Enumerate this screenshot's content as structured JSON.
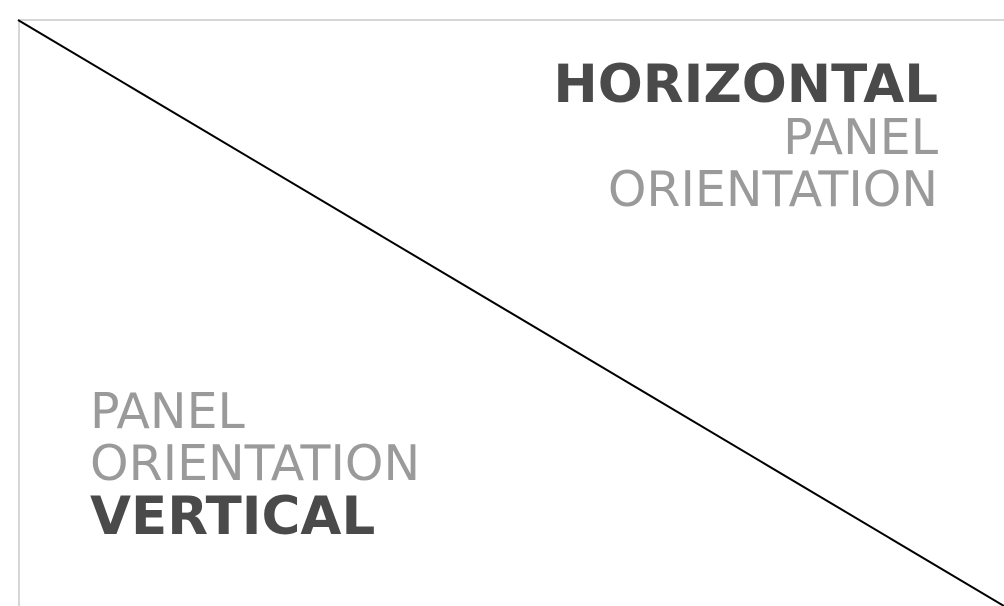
{
  "horizontal": {
    "title": "HORIZONTAL",
    "line1": "PANEL",
    "line2": "ORIENTATION"
  },
  "vertical": {
    "line1": "PANEL",
    "line2": "ORIENTATION",
    "title": "VERTICAL"
  },
  "colors": {
    "bold_text": "#4a4a4a",
    "light_text": "#9a9a9a",
    "border": "#d6d6d6",
    "diagonal": "#000000",
    "background": "#ffffff"
  }
}
